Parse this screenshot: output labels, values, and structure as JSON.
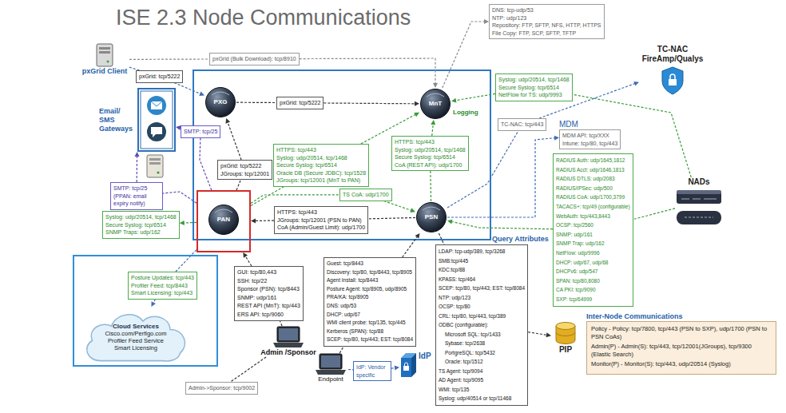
{
  "diagram": {
    "title": "ISE 2.3 Node Communications",
    "nodes": [
      {
        "text": [
          "DNS: tcp-udp/53",
          "NTP: udp/123",
          "Repository: FTP, SFTP, NFS, HTTP, HTTPS",
          "File Copy: FTP, SCP, SFTP, TFTP"
        ]
      },
      {
        "text": [
          "pxGrid Client"
        ]
      },
      {
        "text": [
          "pxGrid (Bulk Download): tcp/8910"
        ]
      },
      {
        "text": [
          "pxGrid: tcp/5222"
        ]
      },
      {
        "text": [
          "Email/ SMS Gateways"
        ]
      },
      {
        "text": [
          "PXG"
        ]
      },
      {
        "text": [
          "pxGrid: tcp/5222"
        ]
      },
      {
        "text": [
          "MnT"
        ]
      },
      {
        "text": [
          "SMTP: tcp/25"
        ]
      },
      {
        "text": [
          "pxGrid: tcp/5222",
          "JGroups: tcp/12001"
        ]
      },
      {
        "text": [
          "HTTPS: tcp/443",
          "Syslog: udp/20514, tcp/1468",
          "Secure Syslog: tcp/6514",
          "Oracle DB (Secure JDBC): tcp/1528",
          "JGroups: tcp/12001 (MnT to PAN)"
        ]
      },
      {
        "text": [
          "HTTPS: tcp/443",
          "Syslog: udp/20514, tcp/1468",
          "Secure Syslog: tcp/6514",
          "CoA (REST API): udp/1700"
        ]
      },
      {
        "text": [
          "SMTP: tcp/25",
          "(PPAN: email expiry notify)"
        ]
      },
      {
        "text": [
          "PAN"
        ]
      },
      {
        "text": [
          "Syslog: udp/20514, tcp/1468",
          "Secure Syslog: tcp/6514",
          "SNMP Traps: udp/162"
        ]
      },
      {
        "text": [
          "HTTPS: tcp/443",
          "JGroups: tcp/12001 (PSN to PAN)",
          "CoA (Admin/Guest Limit): udp/1700"
        ]
      },
      {
        "text": [
          "TS CoA: udp/1700"
        ]
      },
      {
        "text": [
          "PSN"
        ]
      },
      {
        "text": [
          "Syslog: udp/20514, tcp/1468",
          "Secure Syslog: tcp/6514",
          "NetFlow for TS: udp/9993"
        ]
      },
      {
        "text": [
          "TC-NAC FireAmp/Qualys"
        ]
      },
      {
        "text": [
          "TC-NAC: tcp/443"
        ]
      },
      {
        "text": [
          "MDM",
          "MDM API: tcp/XXX",
          "Intune: tcp/80, tcp/443"
        ]
      },
      {
        "text": [
          "RADIUS Auth: udp/1645,1812",
          "RADIUS Acct: udp/1646,1813",
          "RADIUS DTLS: udp/2083",
          "RADIUS/IPSec: udp/500",
          "RADIUS CoA: udp/1700,3799",
          "TACACS+: tcp/49 (configurable)",
          "WebAuth: tcp/443,8443",
          "OCSP: tcp/2560",
          "SNMP: udp/161",
          "SNMP Trap: udp/162",
          "NetFlow: udp/9996",
          "DHCP: udp/67, udp/68",
          "DHCPv6: udp/547",
          "SPAN: tcp/80,8080",
          "CA PKI: tcp/9090",
          "SXP: tcp/64999"
        ]
      },
      {
        "text": [
          "NADs"
        ]
      },
      {
        "text": [
          "Posture Updates: tcp/443",
          "Profiler Feed: tcp/8443",
          "Smart Licensing: tcp/443"
        ]
      },
      {
        "text": [
          "Cloud Services",
          "Cisco.com/Perfigo.com",
          "Profiler Feed Service",
          "Smart Licensing"
        ]
      },
      {
        "text": [
          "GUI: tcp/80,443",
          "SSH: tcp/22",
          "Sponsor (PSN): tcp/8443",
          "SNMP: udp/161",
          "REST API (MnT): tcp/443",
          "ERS API: tcp/9060"
        ]
      },
      {
        "text": [
          "Admin /Sponsor"
        ]
      },
      {
        "text": [
          "Guest: tcp/8443",
          "Discovery: tcp/80, tcp/8443, tcp/8905",
          "Agent Install: tcp/8443",
          "Posture Agent: tcp/8905, udp/8905",
          "PRA/KA: tcp/8905",
          "DNS: udp/53",
          "DHCP: udp/67",
          "WMI client probe: tcp/135, tcp/445",
          "Kerberos (SPAN): tcp/88",
          "SCEP: tcp/80, tcp/443; EST: tcp/8084"
        ]
      },
      {
        "text": [
          "Endpoint"
        ]
      },
      {
        "text": [
          "LDAP: tcp-udp/389, tcp/3268",
          "SMB:tcp/445",
          "KDC:tcp/88",
          "KPASS: tcp/464",
          "SCEP: tcp/80, tcp/443; EST: tcp/8084",
          "NTP: udp/123",
          "OCSP: tcp/80",
          "CRL: tcp/80, tcp/443, tcp/389",
          "ODBC (configurable):",
          "Microsoft SQL: tcp/1433",
          "Sybase: tcp/2638",
          "PortgreSQL: tcp/5432",
          "Oracle: tcp/1512",
          "TS Agent: tcp/9094",
          "AD Agent: tcp/9095",
          "WMI: tcp/135",
          "Syslog: udp/40514 or tcp/11468"
        ]
      },
      {
        "text": [
          "IdP: Vendor specific"
        ]
      },
      {
        "text": [
          "IdP"
        ]
      },
      {
        "text": [
          "PIP"
        ]
      },
      {
        "text": [
          "Admin->Sponsor: tcp/9002"
        ]
      },
      {
        "text": [
          "Inter-Node Communications",
          "Policy - Policy: tcp/7800, tcp/443 (PSN to SXP), udp/1700 (PSN to PSN CoAs)",
          "Admin(P) - Admin(S): tcp/443, tcp/12001(JGroups), tcp/9300 (Elastic Search)",
          "Monitor(P) - Monitor(S): tcp/443, udp/20514 (Syslog)"
        ]
      }
    ],
    "edges": [
      {
        "from": 7,
        "to": 0,
        "arrow": "to"
      },
      {
        "from": 1,
        "to": 2,
        "arrow": "none"
      },
      {
        "from": 2,
        "to": 7,
        "arrow": "to"
      },
      {
        "from": 1,
        "to": 3,
        "arrow": "none"
      },
      {
        "from": 3,
        "to": 5,
        "arrow": "to"
      },
      {
        "from": 5,
        "to": 6,
        "arrow": "none"
      },
      {
        "from": 6,
        "to": 7,
        "arrow": "to"
      },
      {
        "from": 13,
        "to": 8,
        "arrow": "none"
      },
      {
        "from": 8,
        "to": 4,
        "arrow": "to"
      },
      {
        "from": 13,
        "to": 9,
        "arrow": "none"
      },
      {
        "from": 9,
        "to": 5,
        "arrow": "to"
      },
      {
        "from": 13,
        "to": 10,
        "arrow": "none"
      },
      {
        "from": 10,
        "to": 7,
        "arrow": "to"
      },
      {
        "from": 17,
        "to": 11,
        "arrow": "none"
      },
      {
        "from": 11,
        "to": 7,
        "arrow": "to"
      },
      {
        "from": 13,
        "to": 12,
        "arrow": "none"
      },
      {
        "from": 12,
        "to": 4,
        "arrow": "to"
      },
      {
        "from": 13,
        "to": 14,
        "arrow": "to"
      },
      {
        "from": 17,
        "to": 15,
        "arrow": "none"
      },
      {
        "from": 15,
        "to": 13,
        "arrow": "to"
      },
      {
        "from": 13,
        "to": 16,
        "arrow": "none"
      },
      {
        "from": 16,
        "to": 17,
        "arrow": "to"
      },
      {
        "from": 23,
        "to": 18,
        "arrow": "none"
      },
      {
        "from": 18,
        "to": 7,
        "arrow": "to"
      },
      {
        "from": 17,
        "to": 20,
        "arrow": "none"
      },
      {
        "from": 20,
        "to": 19,
        "arrow": "to"
      },
      {
        "from": 17,
        "to": 21,
        "arrow": "to"
      },
      {
        "from": 23,
        "to": 22,
        "arrow": "none"
      },
      {
        "from": 22,
        "to": 17,
        "arrow": "to"
      },
      {
        "from": 13,
        "to": 24,
        "arrow": "none"
      },
      {
        "from": 24,
        "to": 25,
        "arrow": "to"
      },
      {
        "from": 27,
        "to": 26,
        "arrow": "none"
      },
      {
        "from": 26,
        "to": 13,
        "arrow": "to"
      },
      {
        "from": 29,
        "to": 28,
        "arrow": "none"
      },
      {
        "from": 28,
        "to": 17,
        "arrow": "to"
      },
      {
        "from": 17,
        "to": 30,
        "arrow": "none"
      },
      {
        "from": 30,
        "to": 33,
        "arrow": "to"
      },
      {
        "from": 29,
        "to": 31,
        "arrow": "none"
      },
      {
        "from": 31,
        "to": 32,
        "arrow": "to"
      },
      {
        "from": 27,
        "to": 34,
        "arrow": "none"
      }
    ],
    "labels": [
      "Logging",
      "Query Attributes"
    ]
  }
}
